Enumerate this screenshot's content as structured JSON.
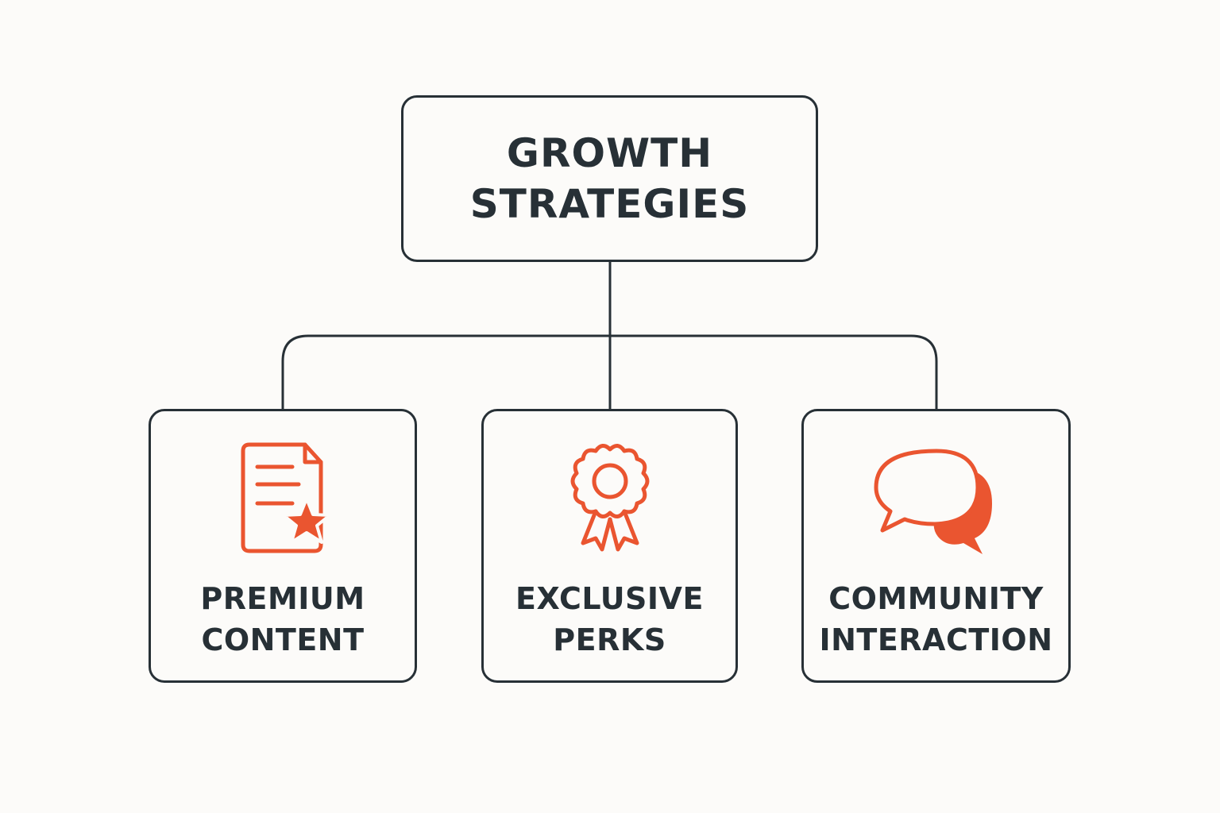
{
  "colors": {
    "background": "#fcfbf9",
    "ink": "#273036",
    "accent": "#ea5530"
  },
  "root": {
    "title_line1": "GROWTH",
    "title_line2": "STRATEGIES"
  },
  "children": [
    {
      "line1": "PREMIUM",
      "line2": "CONTENT",
      "icon": "document-star-icon"
    },
    {
      "line1": "EXCLUSIVE",
      "line2": "PERKS",
      "icon": "award-ribbon-icon"
    },
    {
      "line1": "COMMUNITY",
      "line2": "INTERACTION",
      "icon": "chat-bubbles-icon"
    }
  ]
}
